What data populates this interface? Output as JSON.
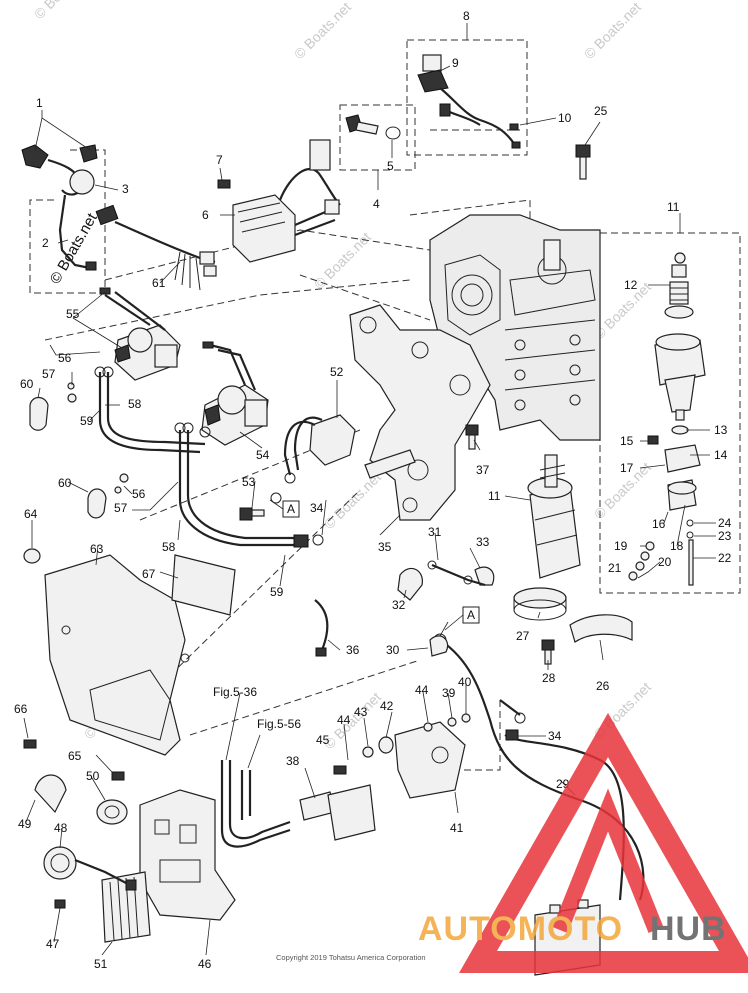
{
  "diagram": {
    "part_numbers": [
      "1",
      "2",
      "3",
      "4",
      "5",
      "6",
      "7",
      "8",
      "9",
      "10",
      "11",
      "12",
      "13",
      "14",
      "15",
      "16",
      "17",
      "18",
      "19",
      "20",
      "21",
      "22",
      "23",
      "24",
      "25",
      "26",
      "27",
      "28",
      "29",
      "30",
      "31",
      "32",
      "33",
      "34",
      "35",
      "36",
      "37",
      "38",
      "39",
      "40",
      "41",
      "42",
      "43",
      "44",
      "45",
      "46",
      "47",
      "48",
      "49",
      "50",
      "51",
      "52",
      "53",
      "54",
      "55",
      "56",
      "57",
      "58",
      "59",
      "60",
      "61",
      "63",
      "64",
      "65",
      "66",
      "67"
    ],
    "callouts": [
      {
        "id": "c1",
        "label": "1"
      },
      {
        "id": "c2",
        "label": "2"
      },
      {
        "id": "c3",
        "label": "3"
      },
      {
        "id": "c4",
        "label": "4"
      },
      {
        "id": "c5",
        "label": "5"
      },
      {
        "id": "c6",
        "label": "6"
      },
      {
        "id": "c7",
        "label": "7"
      },
      {
        "id": "c8",
        "label": "8"
      },
      {
        "id": "c9",
        "label": "9"
      },
      {
        "id": "c10",
        "label": "10"
      },
      {
        "id": "c11a",
        "label": "11"
      },
      {
        "id": "c11b",
        "label": "11"
      },
      {
        "id": "c12",
        "label": "12"
      },
      {
        "id": "c13",
        "label": "13"
      },
      {
        "id": "c14",
        "label": "14"
      },
      {
        "id": "c15",
        "label": "15"
      },
      {
        "id": "c16",
        "label": "16"
      },
      {
        "id": "c17",
        "label": "17"
      },
      {
        "id": "c18",
        "label": "18"
      },
      {
        "id": "c19",
        "label": "19"
      },
      {
        "id": "c20",
        "label": "20"
      },
      {
        "id": "c21",
        "label": "21"
      },
      {
        "id": "c22",
        "label": "22"
      },
      {
        "id": "c23",
        "label": "23"
      },
      {
        "id": "c24",
        "label": "24"
      },
      {
        "id": "c25",
        "label": "25"
      },
      {
        "id": "c26",
        "label": "26"
      },
      {
        "id": "c27",
        "label": "27"
      },
      {
        "id": "c28",
        "label": "28"
      },
      {
        "id": "c29",
        "label": "29"
      },
      {
        "id": "c30",
        "label": "30"
      },
      {
        "id": "c31",
        "label": "31"
      },
      {
        "id": "c32",
        "label": "32"
      },
      {
        "id": "c33",
        "label": "33"
      },
      {
        "id": "c34a",
        "label": "34"
      },
      {
        "id": "c34b",
        "label": "34"
      },
      {
        "id": "c35",
        "label": "35"
      },
      {
        "id": "c36",
        "label": "36"
      },
      {
        "id": "c37",
        "label": "37"
      },
      {
        "id": "c38",
        "label": "38"
      },
      {
        "id": "c39",
        "label": "39"
      },
      {
        "id": "c40",
        "label": "40"
      },
      {
        "id": "c41",
        "label": "41"
      },
      {
        "id": "c42",
        "label": "42"
      },
      {
        "id": "c43",
        "label": "43"
      },
      {
        "id": "c44a",
        "label": "44"
      },
      {
        "id": "c44b",
        "label": "44"
      },
      {
        "id": "c45",
        "label": "45"
      },
      {
        "id": "c46",
        "label": "46"
      },
      {
        "id": "c47",
        "label": "47"
      },
      {
        "id": "c48",
        "label": "48"
      },
      {
        "id": "c49",
        "label": "49"
      },
      {
        "id": "c50",
        "label": "50"
      },
      {
        "id": "c51",
        "label": "51"
      },
      {
        "id": "c52",
        "label": "52"
      },
      {
        "id": "c53",
        "label": "53"
      },
      {
        "id": "c54",
        "label": "54"
      },
      {
        "id": "c55",
        "label": "55"
      },
      {
        "id": "c56a",
        "label": "56"
      },
      {
        "id": "c56b",
        "label": "56"
      },
      {
        "id": "c57a",
        "label": "57"
      },
      {
        "id": "c57b",
        "label": "57"
      },
      {
        "id": "c58a",
        "label": "58"
      },
      {
        "id": "c58b",
        "label": "58"
      },
      {
        "id": "c59a",
        "label": "59"
      },
      {
        "id": "c59b",
        "label": "59"
      },
      {
        "id": "c60a",
        "label": "60"
      },
      {
        "id": "c60b",
        "label": "60"
      },
      {
        "id": "c61",
        "label": "61"
      },
      {
        "id": "c63",
        "label": "63"
      },
      {
        "id": "c64",
        "label": "64"
      },
      {
        "id": "c65",
        "label": "65"
      },
      {
        "id": "c66",
        "label": "66"
      },
      {
        "id": "c67",
        "label": "67"
      }
    ],
    "connection_marker": "A",
    "fig_ref_1": "Fig.5-36",
    "fig_ref_2": "Fig.5-56",
    "copyright": "Copyright 2019 Tohatsu America Corporation",
    "watermark": "© Boats.net",
    "brand_part_1": "AUTOMOTO",
    "brand_part_2": "HUB",
    "colors": {
      "ink": "#222222",
      "brand_orange": "#f4a63a",
      "brand_gray": "#5b5b5b",
      "logo_red": "#e8343a",
      "watermark_gray": "#c9c9c9"
    }
  }
}
